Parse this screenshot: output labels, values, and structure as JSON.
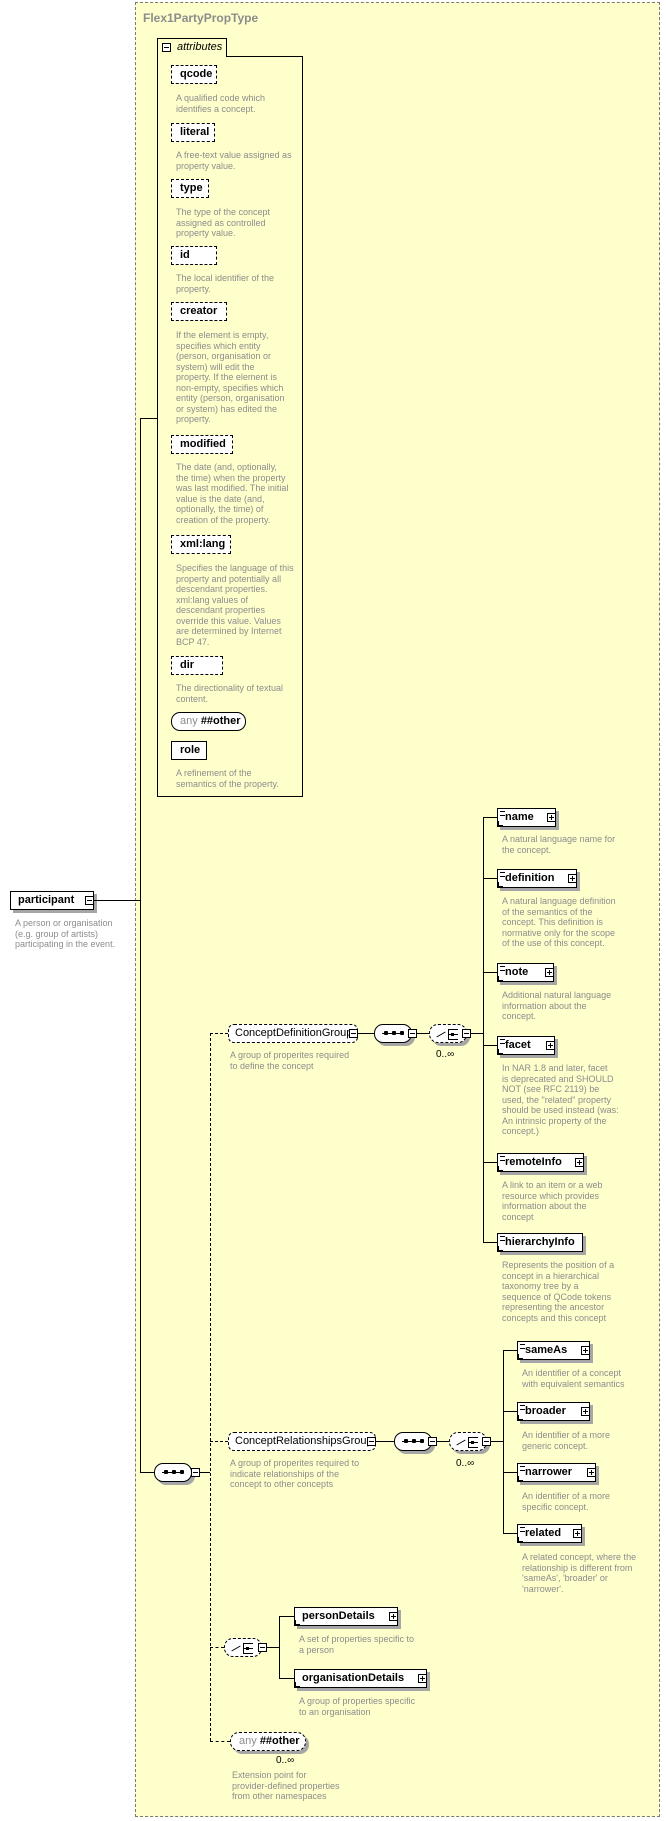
{
  "type_name": "Flex1PartyPropType",
  "attributes_tab": "attributes",
  "root": {
    "name": "participant",
    "desc": [
      "A person or organisation",
      "(e.g. group of artists)",
      "participating in the event."
    ]
  },
  "attributes": [
    {
      "name": "qcode",
      "desc": [
        "A qualified code which",
        "identifies a concept."
      ]
    },
    {
      "name": "literal",
      "desc": [
        "A free-text value assigned as",
        "property value."
      ]
    },
    {
      "name": "type",
      "desc": [
        "The type of the concept",
        "assigned as controlled",
        "property value."
      ]
    },
    {
      "name": "id",
      "desc": [
        "The local identifier of the",
        "property."
      ]
    },
    {
      "name": "creator",
      "desc": [
        "If the element is empty,",
        "specifies which entity",
        "(person, organisation or",
        "system) will edit the",
        "property. If the element is",
        "non-empty, specifies which",
        "entity (person, organisation",
        "or system) has edited the",
        "property."
      ]
    },
    {
      "name": "modified",
      "desc": [
        "The date (and, optionally,",
        "the time) when the property",
        "was last modified. The initial",
        "value is the date (and,",
        "optionally, the time) of",
        "creation of the property."
      ]
    },
    {
      "name": "xml:lang",
      "desc": [
        "Specifies the language of this",
        "property and potentially all",
        "descendant properties.",
        "xml:lang values of",
        "descendant properties",
        "override this value. Values",
        "are determined by Internet",
        "BCP 47."
      ]
    },
    {
      "name": "dir",
      "desc": [
        "The directionality of textual",
        "content."
      ]
    },
    {
      "any_keyword": "any",
      "any_value": "##other"
    },
    {
      "name": "role",
      "desc": [
        "A refinement of the",
        "semantics of the property."
      ]
    }
  ],
  "groups": {
    "concept_definition": {
      "name": "ConceptDefinitionGroup",
      "desc": [
        "A group of properites required",
        "to define the concept"
      ],
      "occurs": "0..∞"
    },
    "concept_relationships": {
      "name": "ConceptRelationshipsGroup",
      "desc": [
        "A group of properites required to",
        "indicate relationships of the",
        "concept to other concepts"
      ],
      "occurs": "0..∞"
    }
  },
  "definition_elements": [
    {
      "name": "name",
      "desc": [
        "A natural language name for",
        "the concept."
      ]
    },
    {
      "name": "definition",
      "desc": [
        "A natural language definition",
        "of the semantics of the",
        "concept. This definition is",
        "normative only for the scope",
        "of the use of this concept."
      ]
    },
    {
      "name": "note",
      "desc": [
        "Additional natural language",
        "information about the",
        "concept."
      ]
    },
    {
      "name": "facet",
      "desc": [
        "In NAR 1.8 and later, facet",
        "is deprecated and SHOULD",
        "NOT (see RFC 2119) be",
        "used, the \"related\" property",
        "should be used instead (was:",
        "An intrinsic property of the",
        "concept.)"
      ]
    },
    {
      "name": "remoteInfo",
      "desc": [
        "A link to an item or a web",
        "resource which provides",
        "information about the",
        "concept"
      ]
    },
    {
      "name": "hierarchyInfo",
      "desc": [
        "Represents the position of a",
        "concept in a hierarchical",
        "taxonomy tree by a",
        "sequence of QCode tokens",
        "representing the ancestor",
        "concepts and this concept"
      ]
    }
  ],
  "relationship_elements": [
    {
      "name": "sameAs",
      "desc": [
        "An identifier of a concept",
        "with equivalent semantics"
      ]
    },
    {
      "name": "broader",
      "desc": [
        "An identifier of a more",
        "generic concept."
      ]
    },
    {
      "name": "narrower",
      "desc": [
        "An identifier of a more",
        "specific concept."
      ]
    },
    {
      "name": "related",
      "desc": [
        "A related concept, where the",
        "relationship is different from",
        "'sameAs', 'broader' or",
        "'narrower'."
      ]
    }
  ],
  "choice_elements": [
    {
      "name": "personDetails",
      "desc": [
        "A set of properties specific to",
        "a person"
      ]
    },
    {
      "name": "organisationDetails",
      "desc": [
        "A group of properties specific",
        "to an organisation"
      ]
    }
  ],
  "any_other": {
    "keyword": "any",
    "value": "##other",
    "occurs": "0..∞",
    "desc": [
      "Extension point for",
      "provider-defined properties",
      "from other namespaces"
    ]
  }
}
